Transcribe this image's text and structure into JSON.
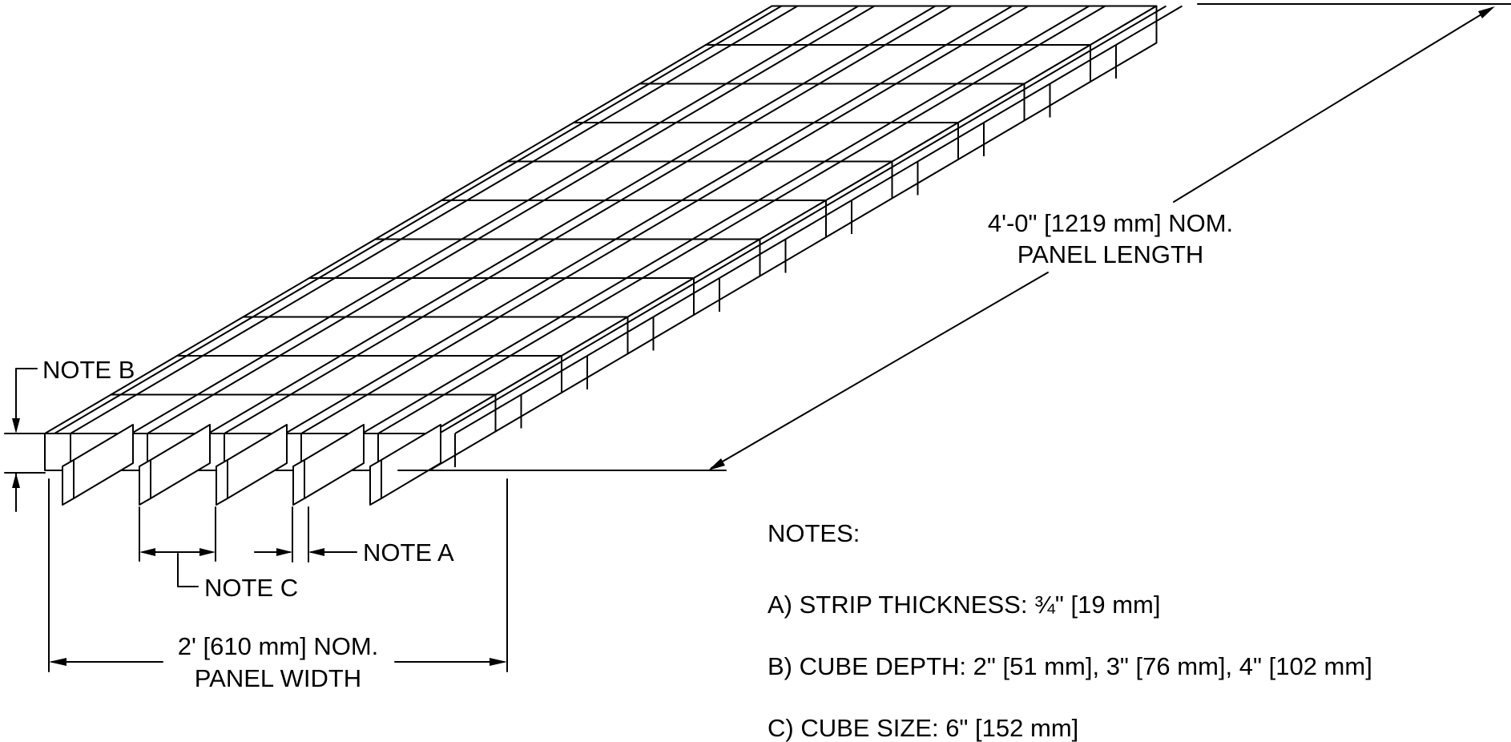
{
  "colors": {
    "line": "#000000",
    "background": "#ffffff"
  },
  "callouts": {
    "note_a": "NOTE A",
    "note_b": "NOTE B",
    "note_c": "NOTE C"
  },
  "dimensions": {
    "length_line1": "4'-0\" [1219 mm] NOM.",
    "length_line2": "PANEL LENGTH",
    "width_line1": "2' [610 mm] NOM.",
    "width_line2": "PANEL WIDTH"
  },
  "notes": {
    "heading": "NOTES:",
    "items": [
      "A) STRIP THICKNESS: ¾\" [19 mm]",
      "B) CUBE DEPTH: 2\" [51 mm], 3\" [76 mm], 4\" [102 mm]",
      "C) CUBE SIZE: 6\" [152 mm]"
    ]
  },
  "grating": {
    "rows": 11,
    "columns": 6
  }
}
